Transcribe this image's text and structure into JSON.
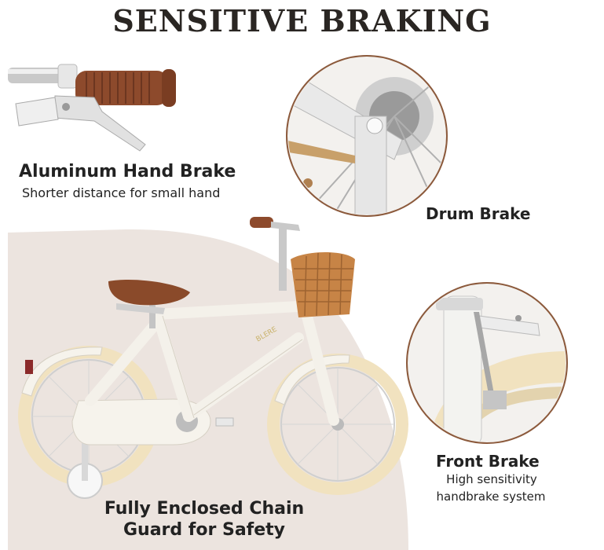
{
  "title": "SENSITIVE BRAKING",
  "features": {
    "hand_brake": {
      "title": "Aluminum Hand Brake",
      "subtitle": "Shorter distance for small hand"
    },
    "drum_brake": {
      "title": "Drum Brake"
    },
    "front_brake": {
      "title": "Front Brake",
      "subtitle_line1": "High sensitivity",
      "subtitle_line2": "handbrake system"
    },
    "chain_guard": {
      "title_line1": "Fully Enclosed Chain",
      "title_line2": "Guard for Safety"
    }
  },
  "bike": {
    "frame_text": "BLERE"
  },
  "colors": {
    "background_blob": "#ece4df",
    "frame": "#f6f3ec",
    "tire": "#f1e2bf",
    "saddle": "#8a4a2a",
    "basket": "#c78446",
    "grip": "#8d4a2c",
    "text": "#222222"
  }
}
